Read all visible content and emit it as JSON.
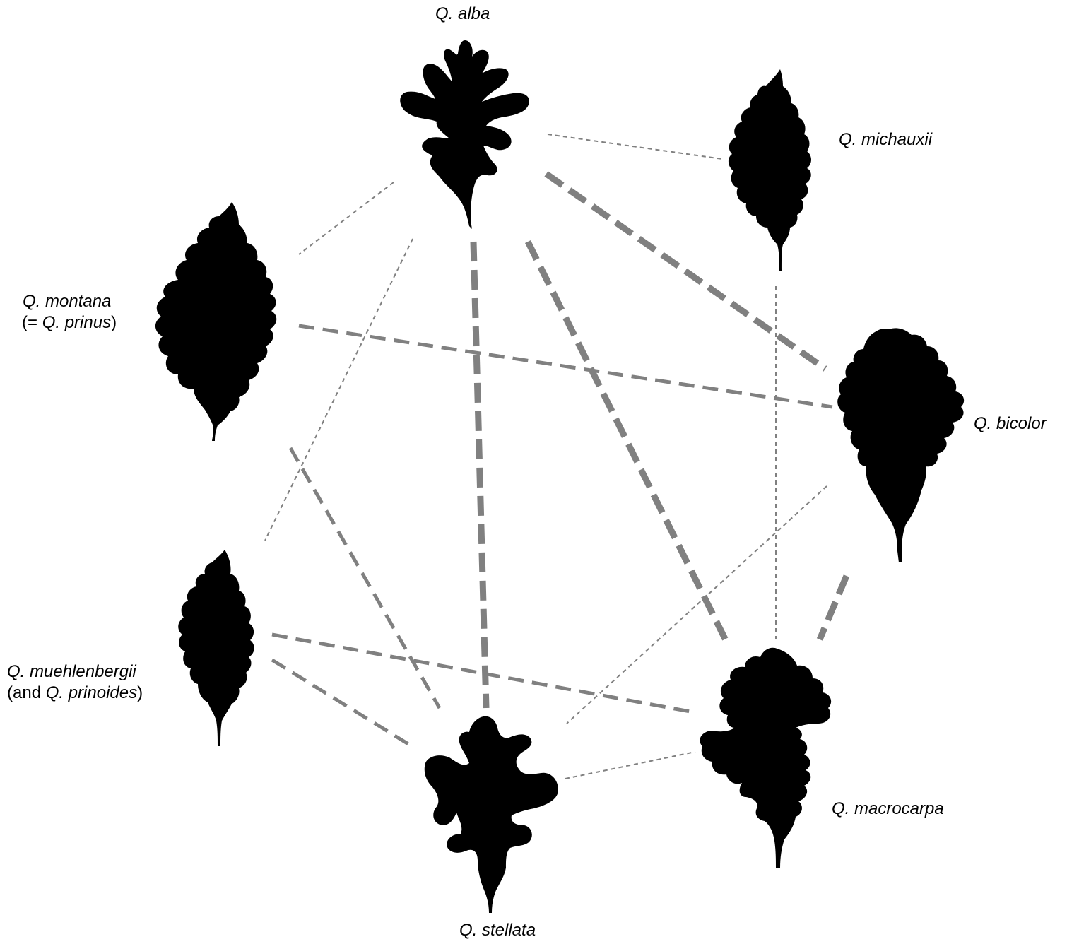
{
  "colors": {
    "edge": "#808080",
    "leaf": "#000000",
    "background": "#ffffff"
  },
  "species": {
    "alba": {
      "name": "Q. alba"
    },
    "michauxii": {
      "name": "Q. michauxii"
    },
    "montana": {
      "name": "Q. montana",
      "note_open": "(= ",
      "note_name": "Q. prinus",
      "note_close": ")"
    },
    "bicolor": {
      "name": "Q. bicolor"
    },
    "muehlenbergii": {
      "name": "Q. muehlenbergii",
      "note_open": "(and ",
      "note_name": "Q. prinoides",
      "note_close": ")"
    },
    "macrocarpa": {
      "name": "Q. macrocarpa"
    },
    "stellata": {
      "name": "Q. stellata"
    }
  },
  "edges": [
    {
      "from": "alba",
      "to": "michauxii",
      "strength": "weak"
    },
    {
      "from": "alba",
      "to": "montana",
      "strength": "weak"
    },
    {
      "from": "alba",
      "to": "muehlenbergii",
      "strength": "weak"
    },
    {
      "from": "alba",
      "to": "stellata",
      "strength": "strong"
    },
    {
      "from": "alba",
      "to": "macrocarpa",
      "strength": "strong"
    },
    {
      "from": "alba",
      "to": "bicolor",
      "strength": "strong"
    },
    {
      "from": "michauxii",
      "to": "macrocarpa",
      "strength": "weak"
    },
    {
      "from": "montana",
      "to": "bicolor",
      "strength": "medium"
    },
    {
      "from": "montana",
      "to": "stellata",
      "strength": "medium"
    },
    {
      "from": "muehlenbergii",
      "to": "macrocarpa",
      "strength": "medium"
    },
    {
      "from": "muehlenbergii",
      "to": "stellata",
      "strength": "medium"
    },
    {
      "from": "bicolor",
      "to": "macrocarpa",
      "strength": "strong"
    },
    {
      "from": "bicolor",
      "to": "stellata",
      "strength": "weak"
    },
    {
      "from": "stellata",
      "to": "macrocarpa",
      "strength": "weak"
    }
  ]
}
